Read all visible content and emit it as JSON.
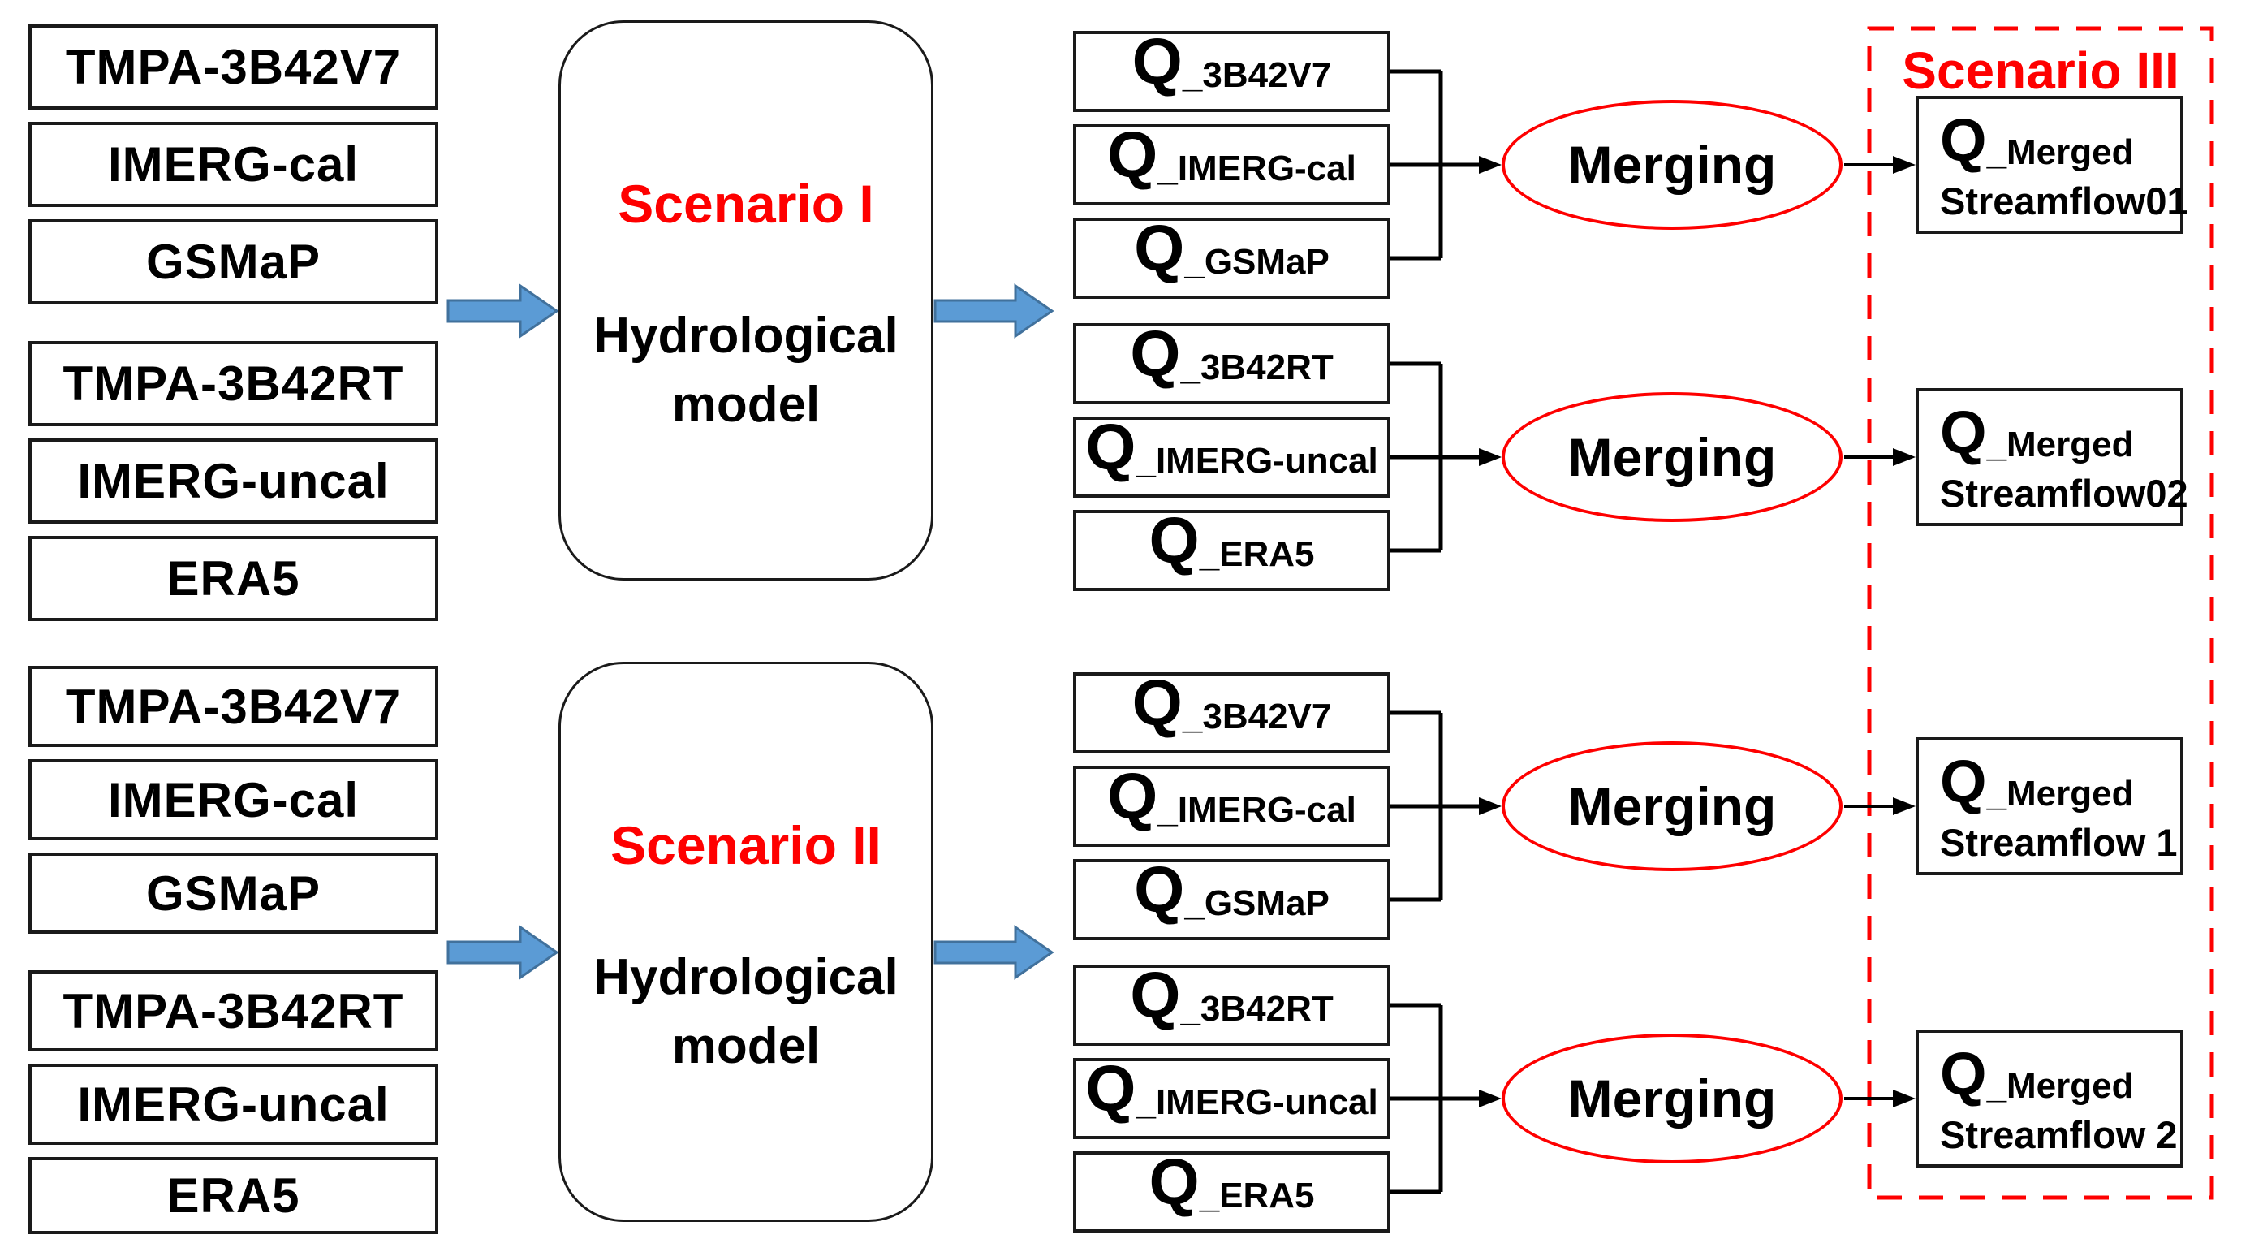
{
  "colors": {
    "red": "#fe0000",
    "blue_fill": "#5b9bd5",
    "blue_stroke": "#41719c",
    "line": "#000000",
    "border": "#1a1a1a",
    "bg": "#ffffff"
  },
  "sections": [
    {
      "inputs": [
        "TMPA-3B42V7",
        "IMERG-cal",
        "GSMaP",
        "TMPA-3B42RT",
        "IMERG-uncal",
        "ERA5"
      ],
      "scenario": {
        "title": "Scenario I",
        "line1": "Hydrological",
        "line2": "model"
      },
      "q_groups": [
        {
          "items": [
            {
              "main": "Q",
              "sub": "_3B42V7"
            },
            {
              "main": "Q",
              "sub": "_IMERG-cal"
            },
            {
              "main": "Q",
              "sub": "_GSMaP"
            }
          ],
          "merge_label": "Merging"
        },
        {
          "items": [
            {
              "main": "Q",
              "sub": "_3B42RT"
            },
            {
              "main": "Q",
              "sub": "_IMERG-uncal"
            },
            {
              "main": "Q",
              "sub": "_ERA5"
            }
          ],
          "merge_label": "Merging"
        }
      ]
    },
    {
      "inputs": [
        "TMPA-3B42V7",
        "IMERG-cal",
        "GSMaP",
        "TMPA-3B42RT",
        "IMERG-uncal",
        "ERA5"
      ],
      "scenario": {
        "title": "Scenario II",
        "line1": "Hydrological",
        "line2": "model"
      },
      "q_groups": [
        {
          "items": [
            {
              "main": "Q",
              "sub": "_3B42V7"
            },
            {
              "main": "Q",
              "sub": "_IMERG-cal"
            },
            {
              "main": "Q",
              "sub": "_GSMaP"
            }
          ],
          "merge_label": "Merging"
        },
        {
          "items": [
            {
              "main": "Q",
              "sub": "_3B42RT"
            },
            {
              "main": "Q",
              "sub": "_IMERG-uncal"
            },
            {
              "main": "Q",
              "sub": "_ERA5"
            }
          ],
          "merge_label": "Merging"
        }
      ]
    }
  ],
  "scenario3": {
    "title": "Scenario III",
    "outputs": [
      {
        "main": "Q",
        "sub": "_Merged",
        "line2": "Streamflow01"
      },
      {
        "main": "Q",
        "sub": "_Merged",
        "line2": "Streamflow02"
      },
      {
        "main": "Q",
        "sub": "_Merged",
        "line2": "Streamflow 1"
      },
      {
        "main": "Q",
        "sub": "_Merged",
        "line2": "Streamflow 2"
      }
    ]
  }
}
